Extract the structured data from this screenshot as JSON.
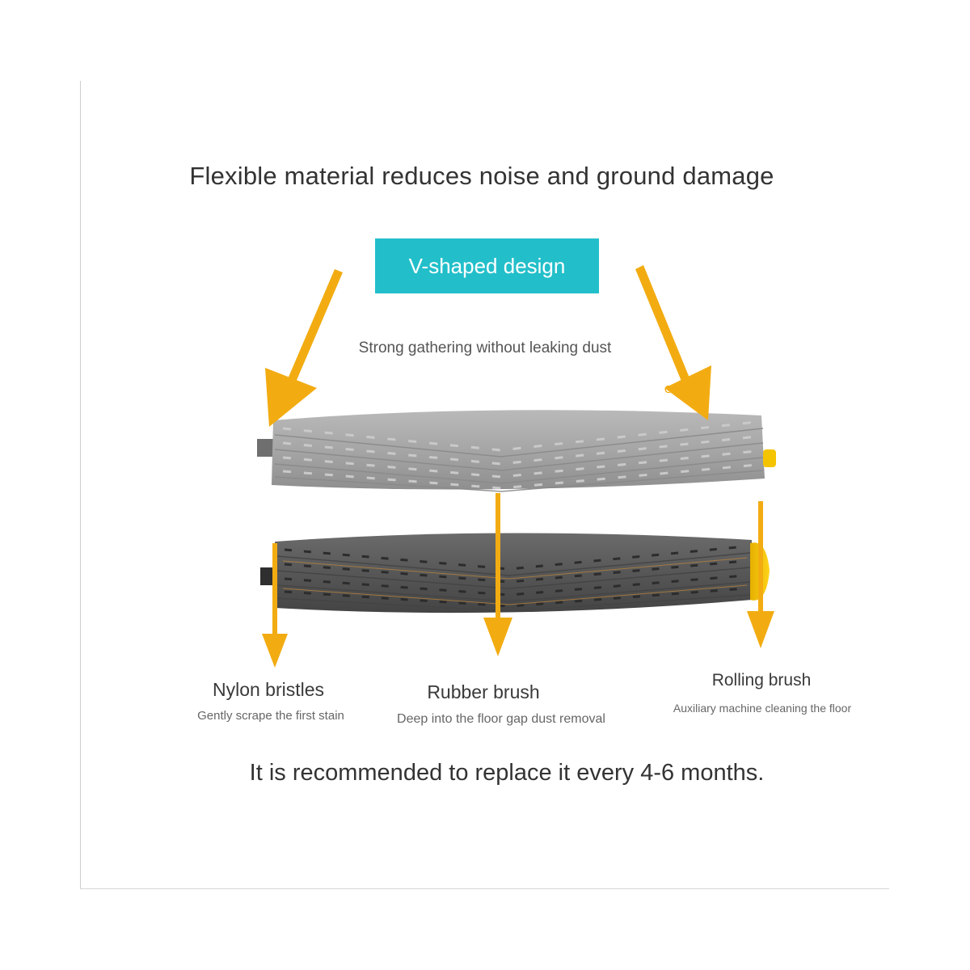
{
  "headline": "Flexible material reduces noise and ground damage",
  "badge": "V-shaped design",
  "subtitle": "Strong gathering without leaking dust",
  "ghost_text": "On",
  "labels": [
    {
      "title": "Nylon bristles",
      "caption": "Gently scrape the first stain"
    },
    {
      "title": "Rubber brush",
      "caption": "Deep into the floor gap dust removal"
    },
    {
      "title": "Rolling brush",
      "caption": "Auxiliary machine cleaning the floor"
    }
  ],
  "footer": "It is recommended to replace it every 4-6 months.",
  "colors": {
    "arrow": "#f2ac12",
    "badge": "#22bfca",
    "light_roller": "#a9a9a9",
    "dark_roller": "#5c5c5c",
    "end_cap": "#f5c400"
  }
}
